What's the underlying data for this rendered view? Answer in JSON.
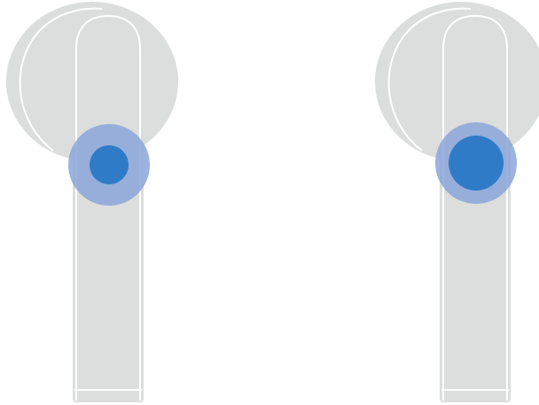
{
  "colors": {
    "background": "#ffffff",
    "earbud_fill": "#dcdddd",
    "earbud_outline": "#ffffff",
    "touch_zone_halo": "#8aa6d8",
    "touch_zone_core": "#2f7bc8"
  },
  "earbuds": [
    {
      "side": "left",
      "icon": "earbud-icon",
      "touch_icon": "touch-zone-icon",
      "touch_zone": "small"
    },
    {
      "side": "right",
      "icon": "earbud-icon",
      "touch_icon": "touch-zone-icon",
      "touch_zone": "large"
    }
  ]
}
